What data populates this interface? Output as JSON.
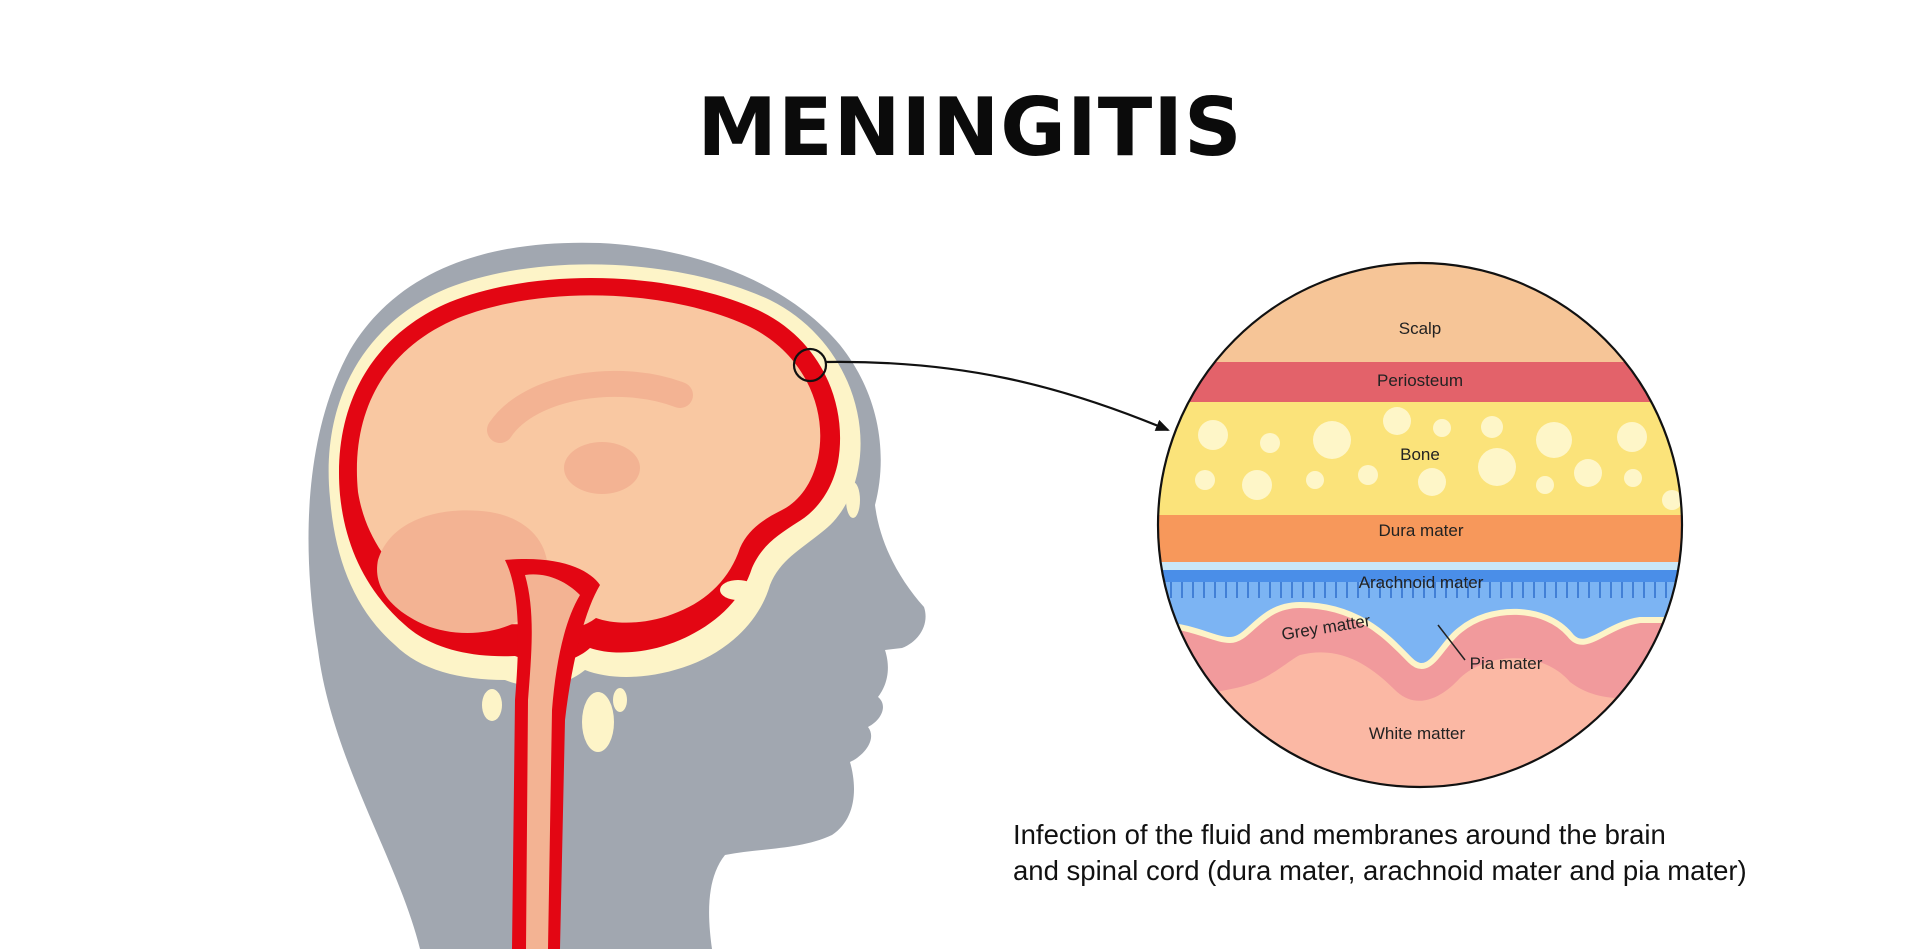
{
  "title": "MENINGITIS",
  "caption": {
    "line1": "Infection of the fluid and membranes around the brain",
    "line2": "and spinal cord (dura mater, arachnoid mater and pia mater)"
  },
  "layers": {
    "scalp": "Scalp",
    "periosteum": "Periosteum",
    "bone": "Bone",
    "dura": "Dura mater",
    "arachnoid": "Arachnoid mater",
    "grey": "Grey matter",
    "pia": "Pia mater",
    "white": "White matter"
  },
  "colors": {
    "head": "#a1a7b0",
    "skull": "#fdf4c8",
    "meninges": "#e30613",
    "brain": "#f9c8a2",
    "scalp": "#f6c597",
    "periosteum": "#e3626a",
    "bone": "#fbe37a",
    "dura": "#f7985b",
    "arachnoid": "#7cb4f3",
    "grey": "#f19a9c",
    "white": "#fbb8a4"
  }
}
